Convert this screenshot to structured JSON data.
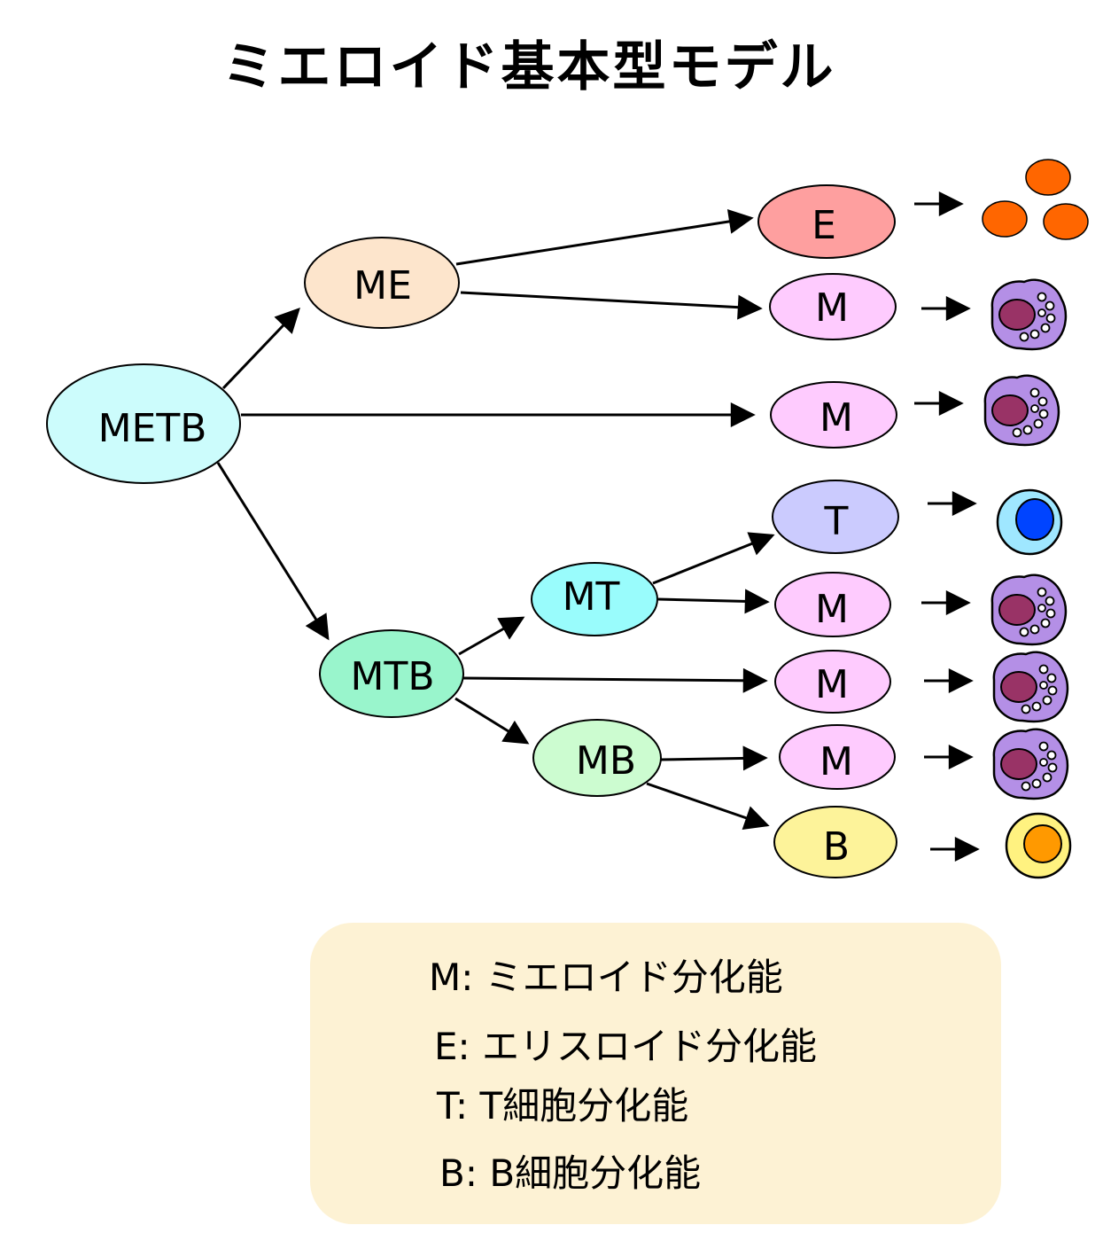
{
  "title": "ミエロイド基本型モデル",
  "colors": {
    "METB": "#ccfcfc",
    "ME": "#fde5cc",
    "MTB": "#99f5cc",
    "MT": "#99fcfc",
    "MB": "#ccfcd0",
    "E": "#fe9f9f",
    "M": "#fecbfe",
    "T": "#cbcbfe",
    "B": "#fdf39a",
    "legend_bg": "#fdf2d4",
    "erythroid": "#ff6600",
    "myeloid_cytoplasm": "#b48fe6",
    "myeloid_nucleus": "#993366",
    "t_cell_outer": "#9fe7ff",
    "t_cell_nucleus": "#0044ff",
    "b_cell_outer": "#fff280",
    "b_cell_nucleus": "#ff9900"
  },
  "nodes": {
    "METB": "METB",
    "ME": "ME",
    "MTB": "MTB",
    "MT": "MT",
    "MB": "MB",
    "E": "E",
    "M": "M",
    "T": "T",
    "B": "B"
  },
  "cell_icons": {
    "erythroid": "erythroid-cells-icon",
    "myeloid": "myeloid-cell-icon",
    "t_cell": "t-cell-icon",
    "b_cell": "b-cell-icon"
  },
  "legend": {
    "m": "M: ミエロイド分化能",
    "e": "E: エリスロイド分化能",
    "t": "T: T細胞分化能",
    "b": "B: B細胞分化能"
  }
}
